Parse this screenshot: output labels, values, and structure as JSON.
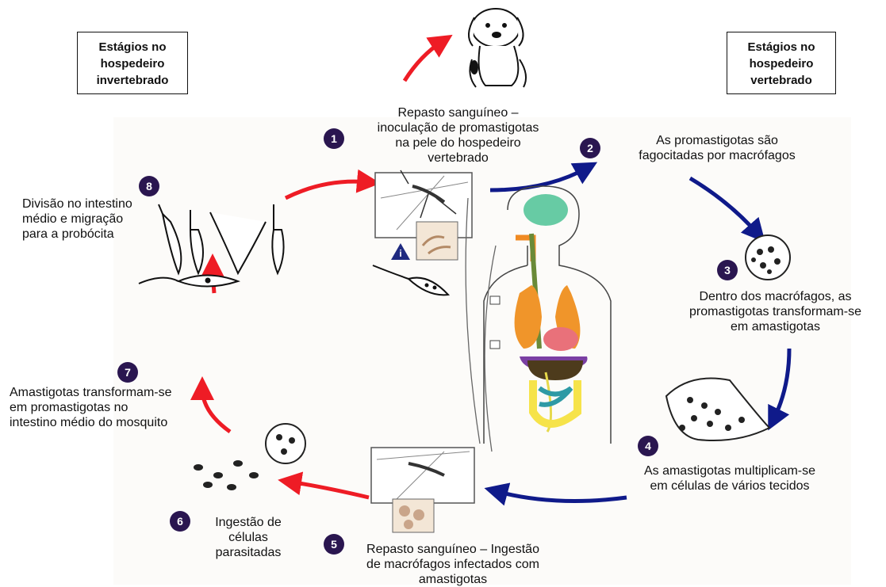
{
  "boxes": {
    "invertebrate": "Estágios no\nhospedeiro\ninvertebrado",
    "vertebrate": "Estágios no\nhospedeiro\nvertebrado"
  },
  "steps": [
    {
      "n": "1",
      "text": "Repasto sanguíneo –\ninoculação de promastigotas\nna pele do hospedeiro\nvertebrado"
    },
    {
      "n": "2",
      "text": "As promastigotas são\nfagocitadas por macrófagos"
    },
    {
      "n": "3",
      "text": "Dentro dos macrófagos, as\npromastigotas transformam-se\nem amastigotas"
    },
    {
      "n": "4",
      "text": "As amastigotas multiplicam-se\nem células de vários tecidos"
    },
    {
      "n": "5",
      "text": "Repasto sanguíneo – Ingestão\nde macrófagos infectados com\namastigotas"
    },
    {
      "n": "6",
      "text": "Ingestão de\ncélulas\nparasitadas"
    },
    {
      "n": "7",
      "text": "Amastigotas transformam-se\nem promastigotas no\nintestino médio do mosquito"
    },
    {
      "n": "8",
      "text": "Divisão no intestino\nmédio e migração\npara a probócita"
    }
  ],
  "markers": {
    "infective": "i"
  },
  "colors": {
    "red_arrow": "#ee1c25",
    "blue_arrow": "#0f1a8a",
    "badge": "#2a1650"
  }
}
